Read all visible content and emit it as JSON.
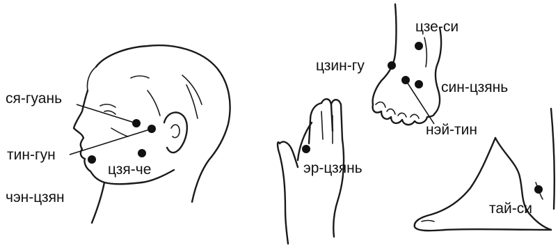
{
  "colors": {
    "ink": "#111111",
    "background": "#ffffff"
  },
  "figures": {
    "head": {
      "points": [
        "ся-гуань",
        "тин-гун",
        "цзя-че",
        "чэн-цзян"
      ]
    },
    "foot_top": {
      "points": [
        "цзе-си",
        "цзин-гу",
        "син-цзянь",
        "нэй-тин"
      ]
    },
    "hand": {
      "points": [
        "эр-цзянь"
      ]
    },
    "foot_side": {
      "points": [
        "тай-си"
      ]
    }
  }
}
